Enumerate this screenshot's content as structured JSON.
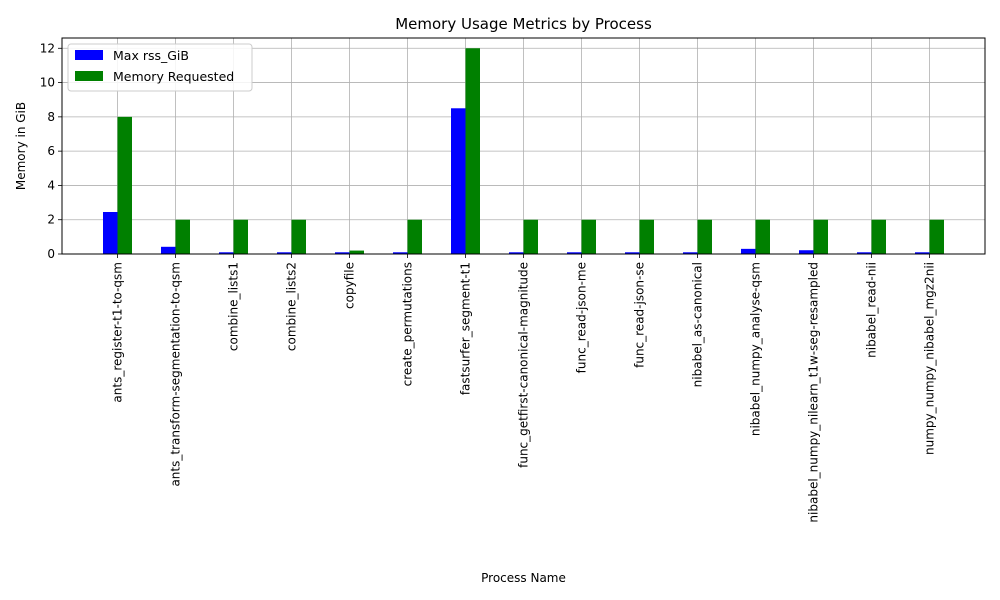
{
  "chart_data": {
    "type": "bar",
    "title": "Memory Usage Metrics by Process",
    "xlabel": "Process Name",
    "ylabel": "Memory in GiB",
    "ylim": [
      0,
      12.6
    ],
    "yticks": [
      0,
      2,
      4,
      6,
      8,
      10,
      12
    ],
    "grid": true,
    "legend_position": "top-left",
    "categories": [
      "ants_register-t1-to-qsm",
      "ants_transform-segmentation-to-qsm",
      "combine_lists1",
      "combine_lists2",
      "copyfile",
      "create_permutations",
      "fastsurfer_segment-t1",
      "func_getfirst-canonical-magnitude",
      "func_read-json-me",
      "func_read-json-se",
      "nibabel_as-canonical",
      "nibabel_numpy_analyse-qsm",
      "nibabel_numpy_nilearn_t1w-seg-resampled",
      "nibabel_read-nii",
      "numpy_numpy_nibabel_mgz2nii"
    ],
    "series": [
      {
        "name": "Max rss_GiB",
        "color": "#0000ff",
        "values": [
          2.45,
          0.42,
          0.1,
          0.1,
          0.1,
          0.1,
          8.5,
          0.1,
          0.1,
          0.1,
          0.1,
          0.3,
          0.22,
          0.1,
          0.1
        ]
      },
      {
        "name": "Memory Requested",
        "color": "#008000",
        "values": [
          8,
          2,
          2,
          2,
          0.2,
          2,
          12,
          2,
          2,
          2,
          2,
          2,
          2,
          2,
          2
        ]
      }
    ]
  }
}
